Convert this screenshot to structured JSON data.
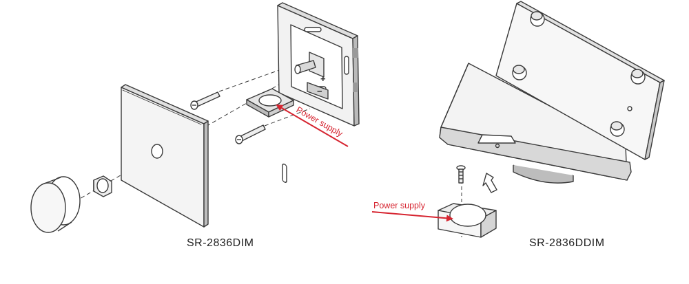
{
  "figure": {
    "left_model": "SR-2836DIM",
    "right_model": "SR-2836DDIM",
    "left_callout": "Power supply",
    "right_callout": "Power supply",
    "polarity_plus": "+",
    "polarity_minus": "−"
  },
  "colors": {
    "line": "#3a3a3a",
    "panel_fill": "#f2f2f2",
    "shade": "#c8c8c8",
    "dark": "#555555",
    "callout": "#d62430"
  }
}
